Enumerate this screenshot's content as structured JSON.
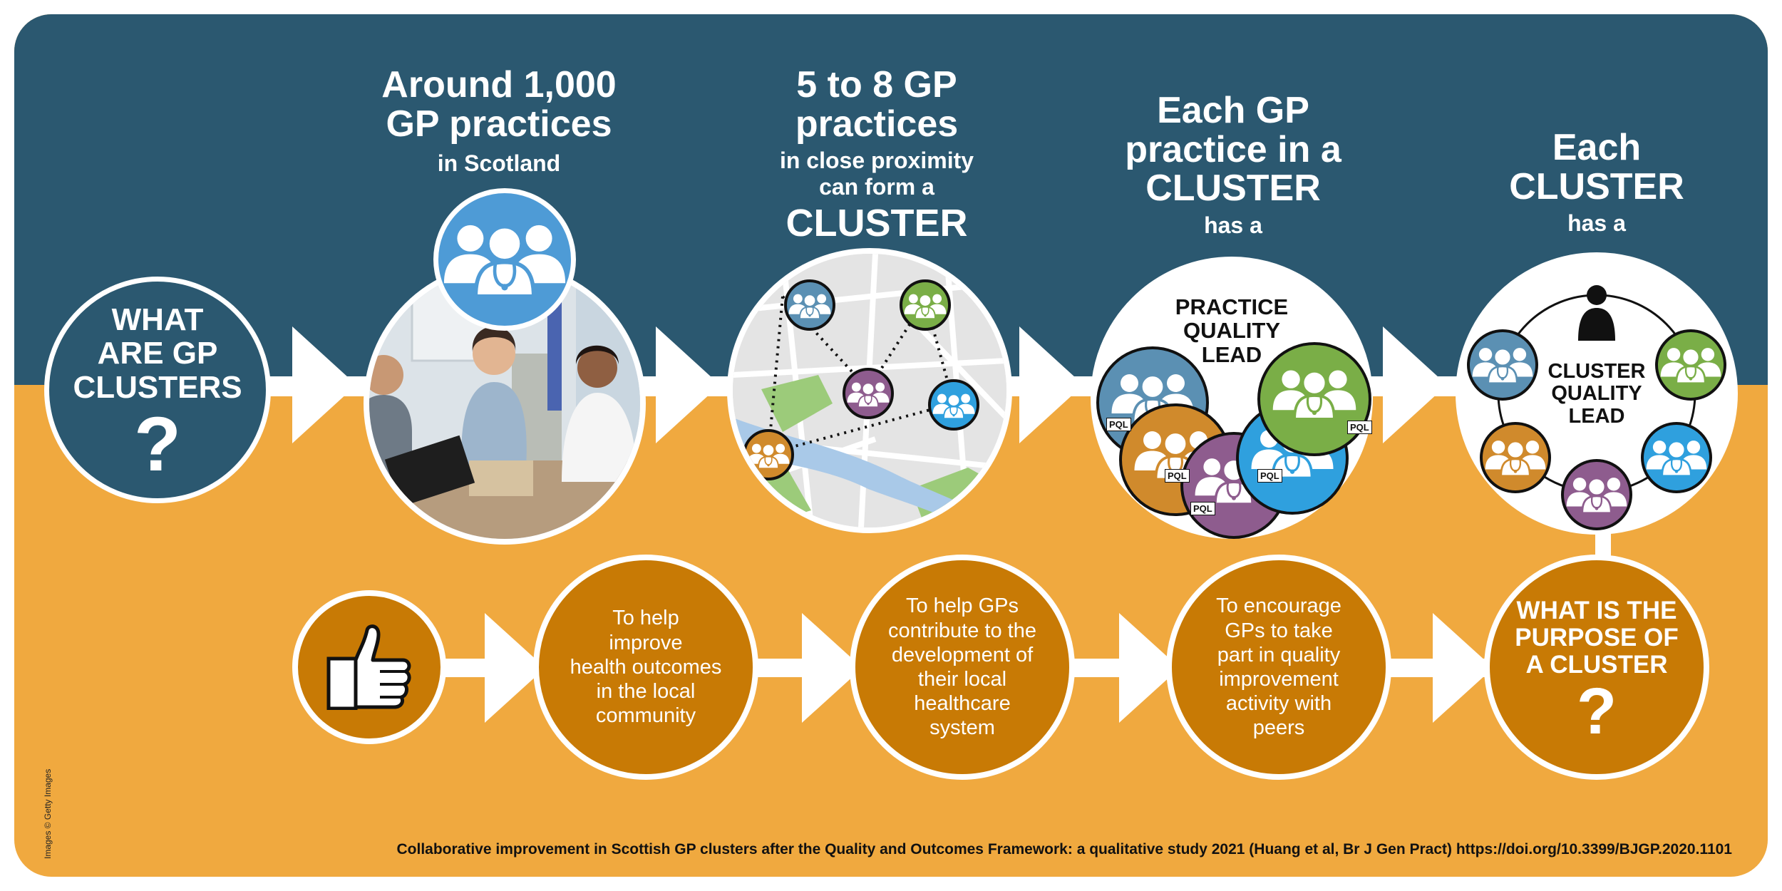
{
  "intro": {
    "line1": "WHAT",
    "line2": "ARE GP",
    "line3": "CLUSTERS",
    "mark": "?"
  },
  "step1": {
    "big1": "Around 1,000",
    "big2": "GP practices",
    "small": "in Scotland",
    "image": "practice-photo"
  },
  "step2": {
    "big1": "5 to 8 GP",
    "big2": "practices",
    "small1": "in close proximity",
    "small2": "can form a",
    "huge": "CLUSTER"
  },
  "step3": {
    "big1": "Each GP",
    "big2": "practice in a",
    "big3": "CLUSTER",
    "small": "has a",
    "circle_label": "PRACTICE\nQUALITY\nLEAD",
    "badge": "PQL"
  },
  "step4": {
    "big1": "Each",
    "big2": "CLUSTER",
    "small": "has a",
    "circle_label": "CLUSTER\nQUALITY\nLEAD"
  },
  "purpose": {
    "title": "WHAT IS THE\nPURPOSE OF\nA CLUSTER",
    "mark": "?"
  },
  "aims": [
    {
      "text": "To encourage\nGPs to take\npart in quality\nimprovement\nactivity with\npeers"
    },
    {
      "text": "To help GPs\ncontribute to the\ndevelopment of\ntheir local\nhealthcare\nsystem"
    },
    {
      "text": "To help\nimprove\nhealth outcomes\nin the local\ncommunity"
    }
  ],
  "footer": "Collaborative improvement in Scottish GP clusters after the Quality and Outcomes Framework: a qualitative study 2021 (Huang et al, Br J Gen Pract) https://doi.org/10.3399/BJGP.2020.1101",
  "credit": "Images © Getty Images",
  "colors": {
    "navy": "#2B5870",
    "amber": "#F0A93F",
    "dark_orange": "#C87A05",
    "steel_blue": "#5B90B3",
    "green": "#7AAE47",
    "purple": "#8E5C8E",
    "sky_blue": "#2FA0DE",
    "orange": "#D08A2C"
  },
  "icons": [
    "question-icon",
    "doctor-group-icon",
    "person-icon",
    "thumbs-up-icon",
    "map-icon"
  ]
}
